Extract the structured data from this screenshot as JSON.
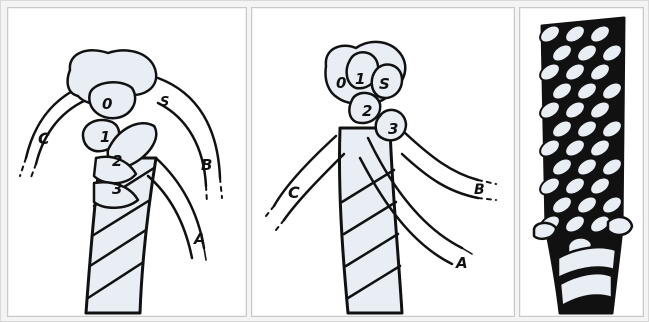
{
  "panels": [
    {
      "id": "step-1",
      "labels": {
        "c": "C",
        "zero": "0",
        "s": "S",
        "b": "B",
        "one": "1",
        "two": "2",
        "three": "3",
        "a": "A"
      }
    },
    {
      "id": "step-2",
      "labels": {
        "zero": "0",
        "one": "1",
        "s": "S",
        "two": "2",
        "three": "3",
        "c": "C",
        "b": "B",
        "a": "A"
      }
    },
    {
      "id": "finished-sinnet",
      "labels": {}
    }
  ]
}
